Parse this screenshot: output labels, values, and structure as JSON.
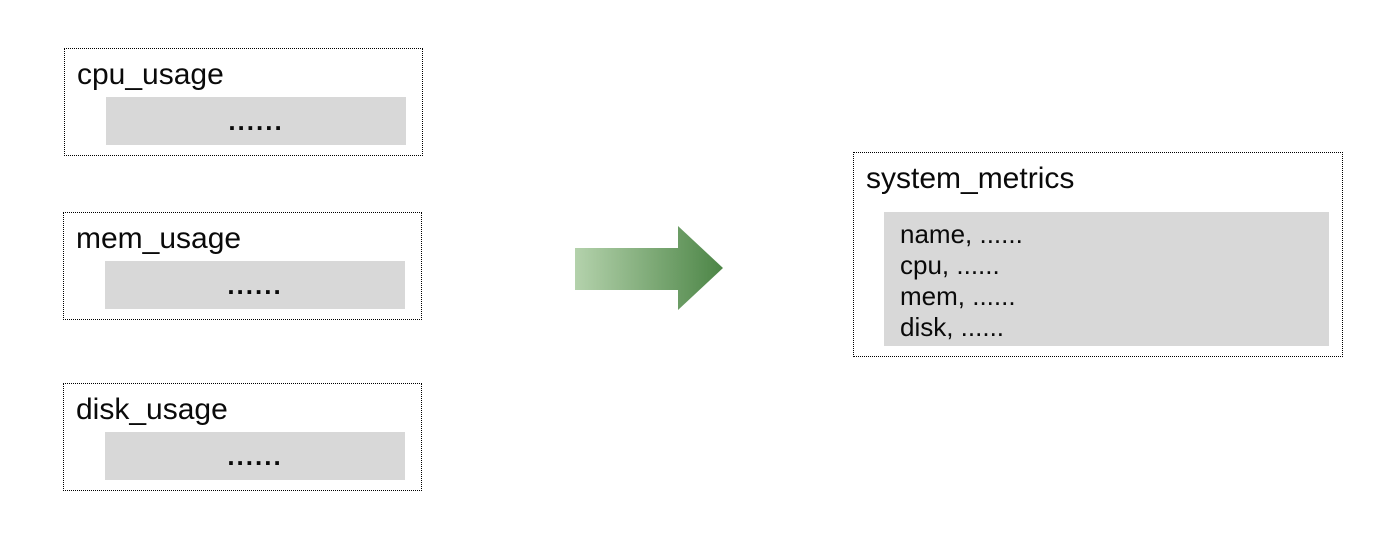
{
  "diagram": {
    "source_tables": [
      {
        "title": "cpu_usage",
        "placeholder": "......"
      },
      {
        "title": "mem_usage",
        "placeholder": "......"
      },
      {
        "title": "disk_usage",
        "placeholder": "......"
      }
    ],
    "arrow": {
      "direction": "right",
      "color_start": "#b4d2ac",
      "color_end": "#4c8546"
    },
    "result_table": {
      "title": "system_metrics",
      "rows": [
        "name, ......",
        "cpu, ......",
        "mem, ......",
        "disk, ......"
      ]
    },
    "colors": {
      "panel_fill": "#d8d8d8",
      "border": "#000000",
      "background": "#ffffff"
    }
  }
}
